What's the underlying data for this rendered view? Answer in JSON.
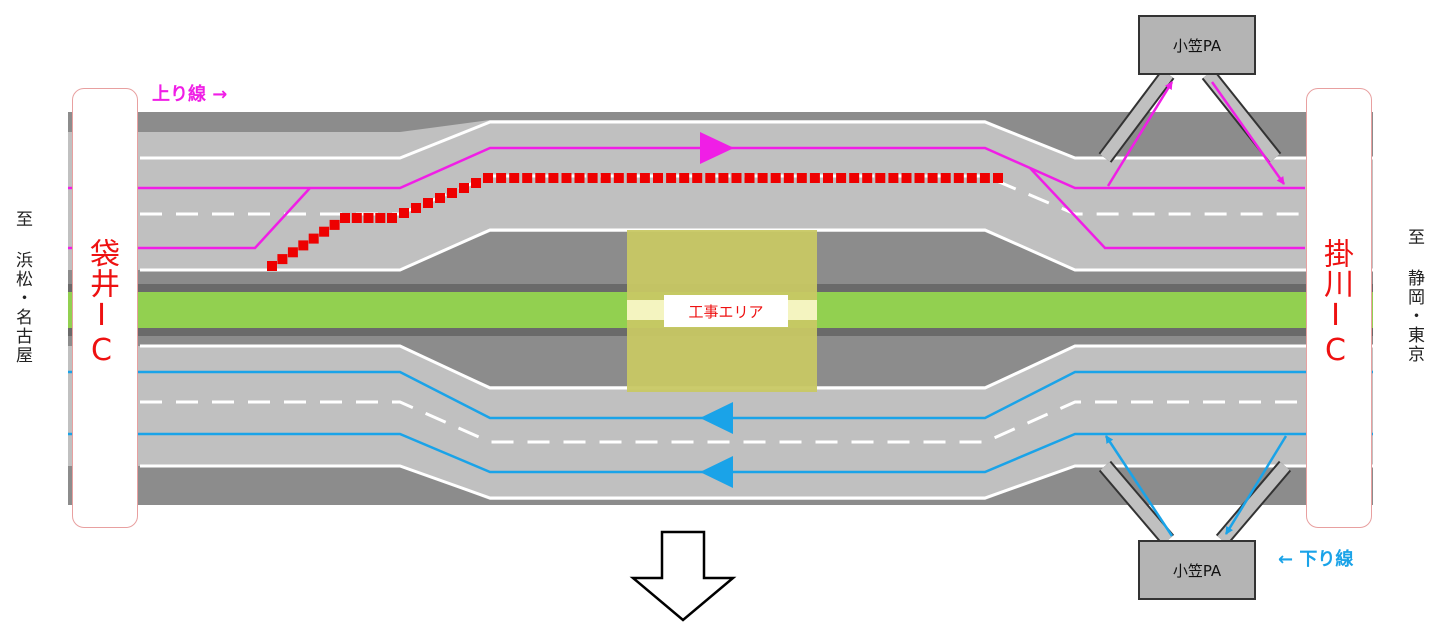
{
  "inbound_label": "上り線 →",
  "outbound_label": "← 下り線",
  "left_ic": "袋井IC",
  "right_ic": "掛川IC",
  "left_destination": "至 浜松・名古屋",
  "right_destination": "至 静岡・東京",
  "pa_top": "小笠PA",
  "pa_bottom": "小笠PA",
  "work_area": "工事エリア",
  "colors": {
    "inbound": "#f01ee6",
    "outbound": "#1aa3e8",
    "closure": "#ee0000",
    "median": "#92d050",
    "work_zone": "#c8c864",
    "road": "#bebebe",
    "shoulder": "#8c8c8c"
  },
  "icons": {
    "down_arrow": "down-arrow-icon"
  }
}
